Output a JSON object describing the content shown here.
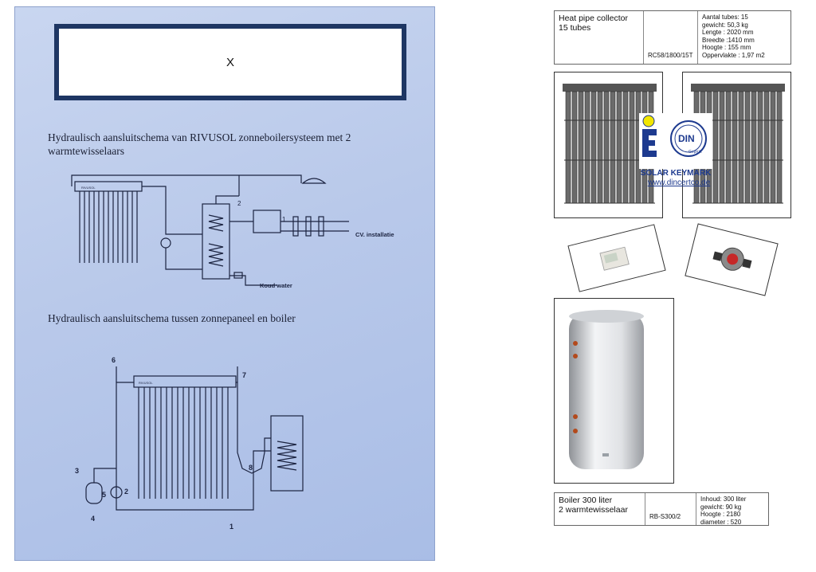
{
  "left_sheet": {
    "top_box_text": "X",
    "heading_1": "Hydraulisch aansluitschema van RIVUSOL zonneboilersysteem met 2 warmtewisselaars",
    "heading_2": "Hydraulisch aansluitschema tussen zonnepaneel en boiler",
    "diagram_1": {
      "collector_label": "RIVUSOL",
      "valve_label": "2",
      "unit_label": "1",
      "cv_label": "CV. installatie",
      "cold_water_label": "Koud water"
    },
    "diagram_2": {
      "collector_label": "RIVUSOL",
      "numbers": [
        "6",
        "7",
        "3",
        "5",
        "2",
        "4",
        "1",
        "8"
      ]
    }
  },
  "collector_table": {
    "name_line1": "Heat pipe collector",
    "name_line2": "15 tubes",
    "code": "RC58/1800/15T",
    "specs": [
      "Aantal tubes: 15",
      "gewicht: 50,3 kg",
      "Lengte : 2020 mm",
      "Breedte :1410 mm",
      "Hoogte : 155 mm",
      "Oppervlakte : 1,97 m2"
    ]
  },
  "keymark": {
    "badge": "DIN",
    "badge_sub": "Geprüft",
    "title": "SOLAR KEYMARK",
    "url": "www.dincertco.de"
  },
  "boiler_table": {
    "name_line1": "Boiler 300 liter",
    "name_line2": "2 warmtewisselaar",
    "code": "RB-S300/2",
    "specs": [
      "Inhoud: 300 liter",
      "gewicht: 90 kg",
      "Hoogte : 2180",
      "diameter : 520"
    ]
  },
  "colors": {
    "sheet_blue": "#b9c9ea",
    "box_border": "#1e3663",
    "keymark_blue": "#1d3a8f",
    "keymark_yellow": "#f2e600"
  }
}
